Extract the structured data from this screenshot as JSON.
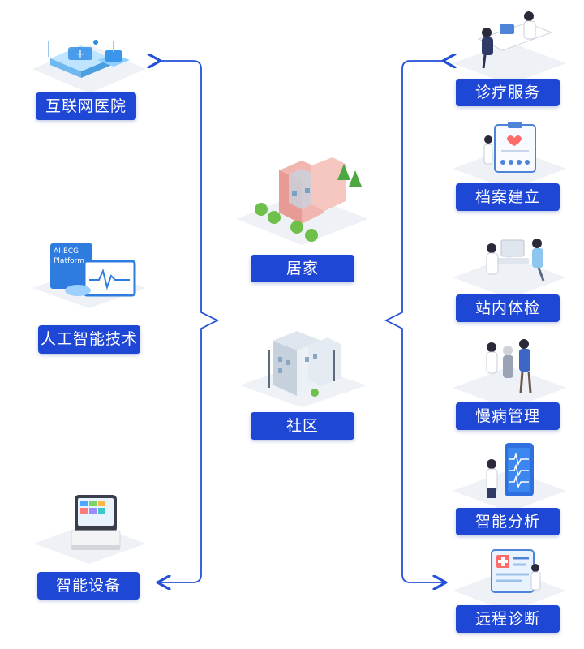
{
  "colors": {
    "accent": "#1f47d6",
    "line": "#2350d8",
    "platform": "#eef1f6"
  },
  "left": [
    {
      "label": "互联网医院",
      "icon": "hospital-cloud-icon"
    },
    {
      "label": "人工智能技术",
      "icon": "ai-ecg-platform-icon",
      "icon_text": [
        "AI-ECG",
        "Platform"
      ]
    },
    {
      "label": "智能设备",
      "icon": "smart-device-icon"
    }
  ],
  "center": [
    {
      "label": "居家",
      "icon": "home-building-icon"
    },
    {
      "label": "社区",
      "icon": "community-building-icon"
    }
  ],
  "right": [
    {
      "label": "诊疗服务",
      "icon": "consultation-icon"
    },
    {
      "label": "档案建立",
      "icon": "health-record-icon"
    },
    {
      "label": "站内体检",
      "icon": "physical-exam-icon"
    },
    {
      "label": "慢病管理",
      "icon": "chronic-care-icon"
    },
    {
      "label": "智能分析",
      "icon": "smart-analysis-icon"
    },
    {
      "label": "远程诊断",
      "icon": "remote-diagnosis-icon"
    }
  ]
}
